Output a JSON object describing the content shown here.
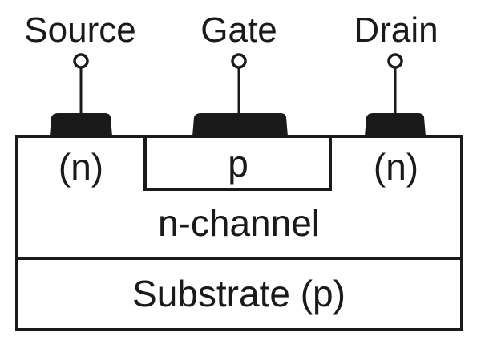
{
  "terminals": {
    "source": {
      "label": "Source"
    },
    "gate": {
      "label": "Gate"
    },
    "drain": {
      "label": "Drain"
    }
  },
  "regions": {
    "source_region": "(n)",
    "gate_region": "p",
    "drain_region": "(n)",
    "channel": "n-channel",
    "substrate": "Substrate (p)"
  },
  "colors": {
    "ink": "#1a1a1a",
    "background": "#ffffff"
  }
}
